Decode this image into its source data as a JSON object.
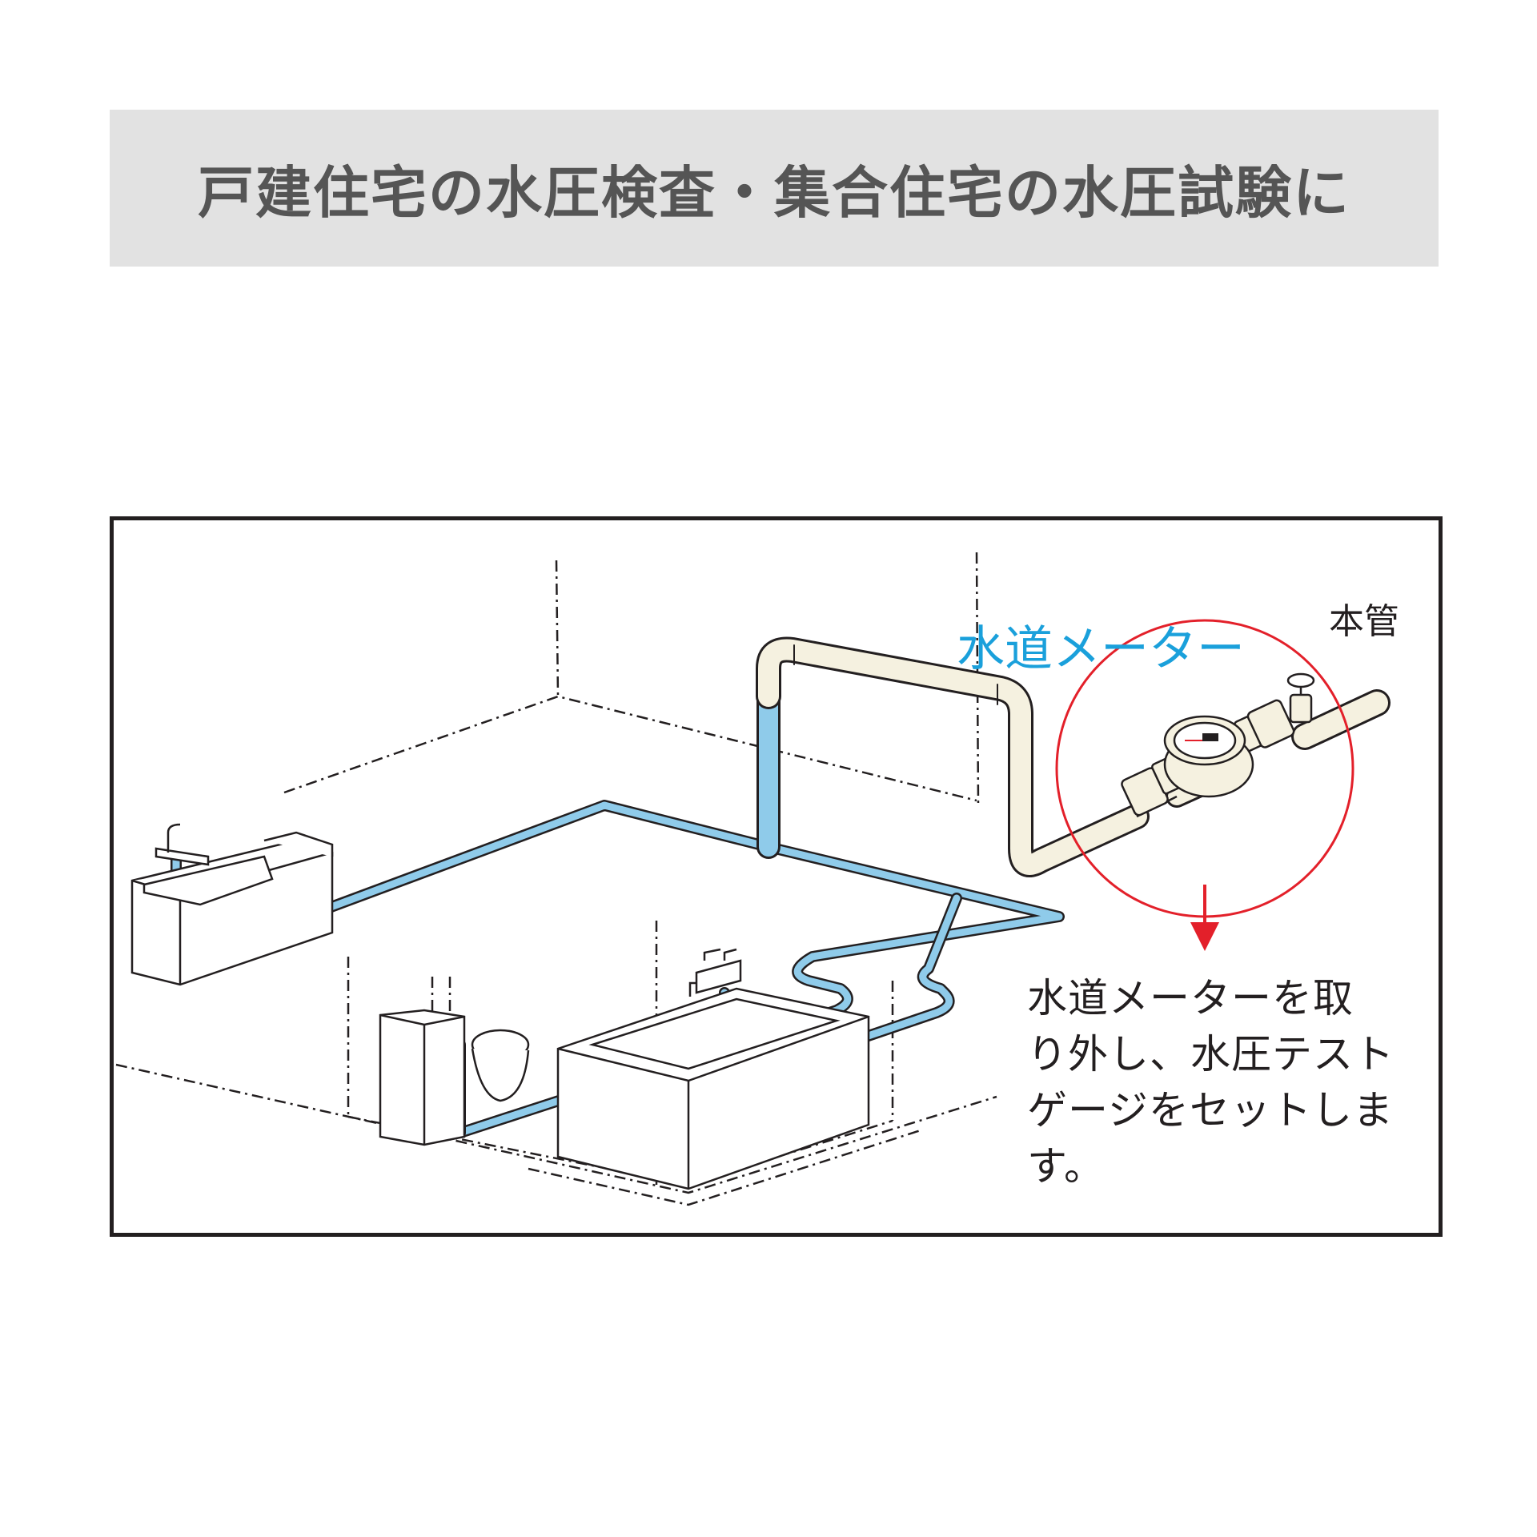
{
  "header": {
    "title": "戸建住宅の水圧検査・集合住宅の水圧試験に"
  },
  "diagram": {
    "labels": {
      "water_meter": "水道メーター",
      "main_pipe": "本管"
    },
    "caption_lines": [
      "水道メーターを取",
      "り外し、水圧テスト",
      "ゲージをセットしま",
      "す。"
    ],
    "colors": {
      "banner_background": "#e2e2e2",
      "banner_text": "#555555",
      "water_pipe": "#8fcbea",
      "supply_pipe": "#f5f1e0",
      "highlight_circle": "#e3202a",
      "meter_label": "#1aa0db",
      "outline": "#231f20"
    },
    "icons": [
      "sink-icon",
      "toilet-icon",
      "bathtub-icon",
      "water-meter-icon",
      "valve-icon",
      "arrow-down-icon"
    ]
  }
}
